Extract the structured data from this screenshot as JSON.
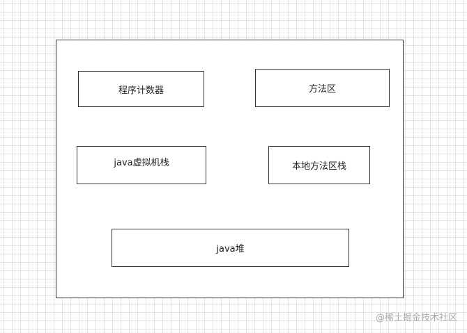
{
  "diagram": {
    "boxes": {
      "program_counter": "程序计数器",
      "method_area": "方法区",
      "java_vm_stack": "java虚拟机栈",
      "native_method_stack": "本地方法区栈",
      "java_heap": "java堆"
    }
  },
  "watermark": "@稀土掘金技术社区"
}
